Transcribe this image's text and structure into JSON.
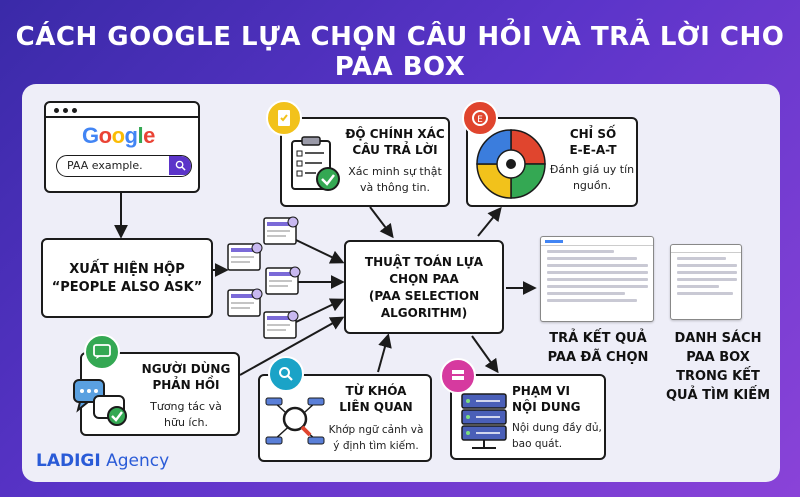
{
  "title": "CÁCH GOOGLE LỰA CHỌN CÂU HỎI VÀ TRẢ LỜI CHO PAA BOX",
  "browser": {
    "logo": [
      "G",
      "o",
      "o",
      "g",
      "l",
      "e"
    ],
    "logo_colors": [
      "#4285F4",
      "#EA4335",
      "#FBBC05",
      "#4285F4",
      "#34A853",
      "#EA4335"
    ],
    "search_value": "PAA example."
  },
  "nodes": {
    "paa_appear": {
      "line1": "XUẤT HIỆN HỘP",
      "line2": "“PEOPLE ALSO ASK”"
    },
    "algorithm": {
      "line1": "THUẬT TOÁN LỰA",
      "line2": "CHỌN PAA",
      "line3": "(PAA SELECTION",
      "line4": "ALGORITHM)"
    },
    "accuracy": {
      "title1": "ĐỘ CHÍNH XÁC",
      "title2": "CÂU TRẢ LỜI",
      "desc1": "Xác minh sự thật",
      "desc2": "và thông tin."
    },
    "eeat": {
      "title1": "CHỈ SỐ",
      "title2": "E-E-A-T",
      "desc1": "Đánh giá uy tín",
      "desc2": "nguồn."
    },
    "feedback": {
      "title1": "NGƯỜI DÙNG",
      "title2": "PHẢN HỒI",
      "desc1": "Tương tác và",
      "desc2": "hữu ích."
    },
    "keywords": {
      "title1": "TỪ KHÓA",
      "title2": "LIÊN QUAN",
      "desc1": "Khớp ngữ cảnh và",
      "desc2": "ý định tìm kiếm."
    },
    "scope": {
      "title1": "PHẠM VI",
      "title2": "NỘI DUNG",
      "desc1": "Nội dung đầy đủ,",
      "desc2": "bao quát."
    }
  },
  "outputs": {
    "result": {
      "line1": "TRẢ KẾT QUẢ",
      "line2": "PAA ĐÃ CHỌN"
    },
    "list": {
      "line1": "DANH SÁCH",
      "line2": "PAA BOX",
      "line3": "TRONG KẾT",
      "line4": "QUẢ TÌM KIẾM"
    }
  },
  "brand": {
    "name1": "LADIGI",
    "name2": " Agency"
  },
  "colors": {
    "accuracy_icon": "#f2c21b",
    "eeat_icon": "#e0452e",
    "feedback_icon": "#34a853",
    "keywords_icon": "#1aa3c7",
    "scope_icon": "#d63a9f",
    "brand_blue": "#2a5bd7"
  }
}
